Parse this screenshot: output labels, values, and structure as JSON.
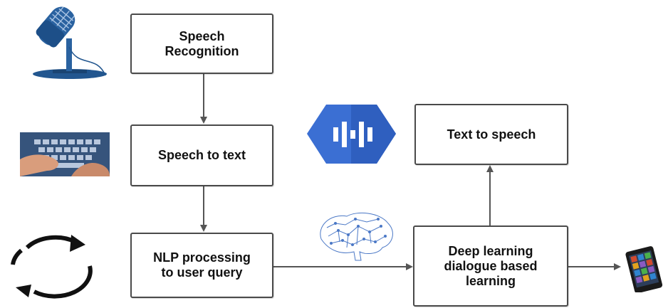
{
  "steps": {
    "speech_recognition": "Speech\nRecognition",
    "speech_to_text": "Speech to text",
    "nlp_processing": "NLP processing\nto user query",
    "deep_learning": "Deep learning\ndialogue based\nlearning",
    "text_to_speech": "Text to speech"
  },
  "icons": {
    "microphone": "microphone-icon",
    "keyboard": "touch-keyboard-photo",
    "cycle": "cycle-arrows-icon",
    "speech_api": "speech-waveform-hexagon-icon",
    "brain": "circuit-brain-icon",
    "phone": "smartphone-photo"
  },
  "colors": {
    "box_border": "#4a4a4a",
    "arrow": "#555555",
    "mic_blue": "#22568f",
    "hex_blue": "#3b6fd3"
  }
}
